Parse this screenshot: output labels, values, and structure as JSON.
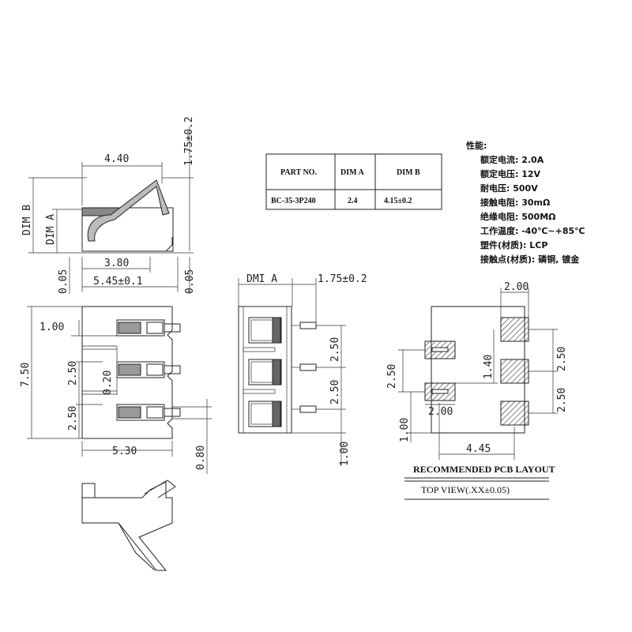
{
  "dims": {
    "top_width": "4.40",
    "top_height": "1.75±0.2",
    "dim_b": "DIM B",
    "dim_a": "DIM A",
    "inner_width": "3.80",
    "base_width": "5.45±0.1",
    "left_005": "0.05",
    "right_005": "0.05",
    "side_height": "7.50",
    "pitch_100": "1.00",
    "pitch_250_a": "2.50",
    "pitch_250_b": "2.50",
    "gap_020": "0.20",
    "base_530": "5.30",
    "tail_080": "0.80",
    "dmi_a": "DMI A",
    "front_175": "1.75±0.2",
    "front_250_a": "2.50",
    "front_250_b": "2.50",
    "front_100": "1.00",
    "pcb_200_top": "2.00",
    "pcb_140": "1.40",
    "pcb_250_a": "2.50",
    "pcb_250_b": "2.50",
    "pcb_250_left": "2.50",
    "pcb_200_mid": "2.00",
    "pcb_100": "1.00",
    "pcb_445": "4.45"
  },
  "table": {
    "headers": [
      "PART NO.",
      "DIM A",
      "DIM B"
    ],
    "row": [
      "BC-35-3P240",
      "2.4",
      "4.15±0.2"
    ]
  },
  "specs": {
    "title": "性能:",
    "lines": [
      "额定电流: 2.0A",
      "额定电压: 12V",
      "耐电压: 500V",
      "接触电阻: 30mΩ",
      "绝缘电阻: 500MΩ",
      "工作温度: -40℃~+85℃",
      "塑件(材质): LCP",
      "接触点(材质): 磷铜, 镀金"
    ]
  },
  "labels": {
    "pcb_layout": "RECOMMENDED PCB LAYOUT",
    "top_view": "TOP VIEW(.XX±0.05)"
  }
}
